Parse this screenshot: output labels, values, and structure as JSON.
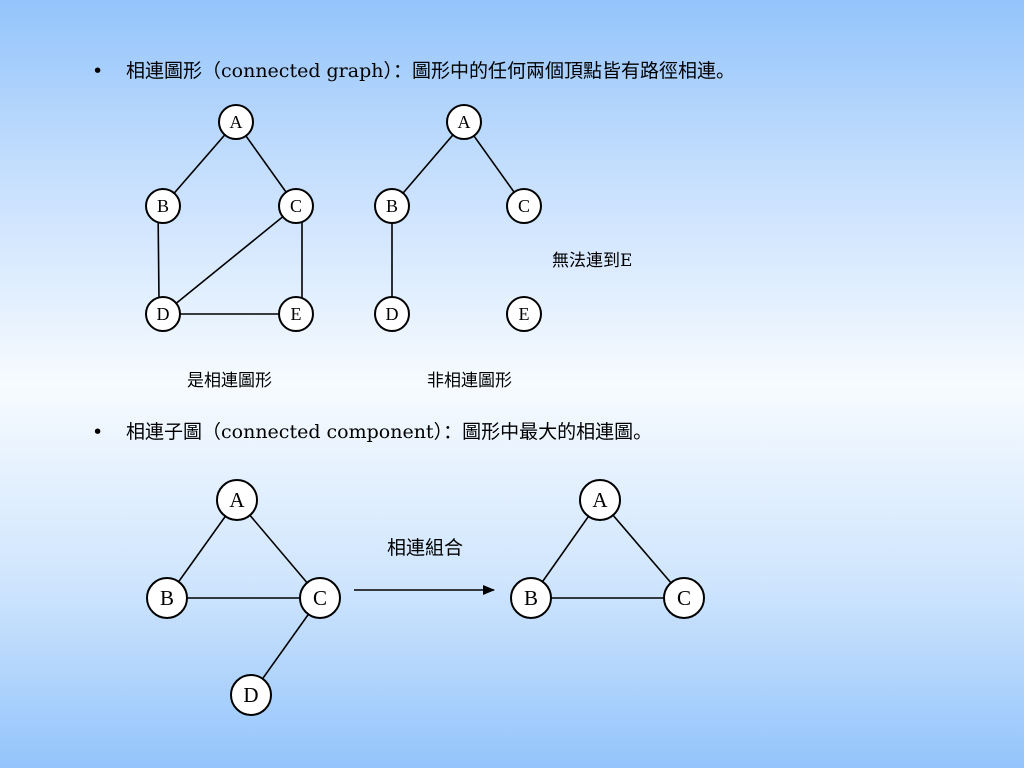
{
  "bullets": [
    {
      "symbol": "•",
      "text": "相連圖形（connected graph）：圖形中的任何兩個頂點皆有路徑相連。"
    },
    {
      "symbol": "•",
      "text": "相連子圖（connected component）：圖形中最大的相連圖。"
    }
  ],
  "captions": {
    "connected": "是相連圖形",
    "not_connected": "非相連圖形",
    "unreachable_note": "無法連到E",
    "merge_label": "相連組合"
  },
  "nodes": {
    "A": "A",
    "B": "B",
    "C": "C",
    "D": "D",
    "E": "E"
  }
}
